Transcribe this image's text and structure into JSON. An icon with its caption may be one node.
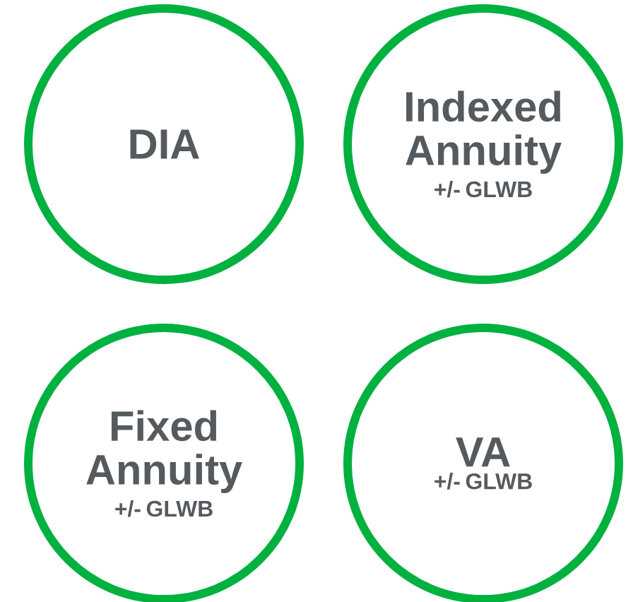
{
  "diagram": {
    "nodes": [
      {
        "text": [
          "DIA"
        ]
      },
      {
        "text": [
          "Indexed Annuity",
          "+/- GLWB"
        ]
      },
      {
        "text": [
          "Fixed Annuity",
          "+/- GLWB"
        ]
      },
      {
        "text": [
          "VA",
          "+/- GLWB"
        ]
      }
    ]
  }
}
